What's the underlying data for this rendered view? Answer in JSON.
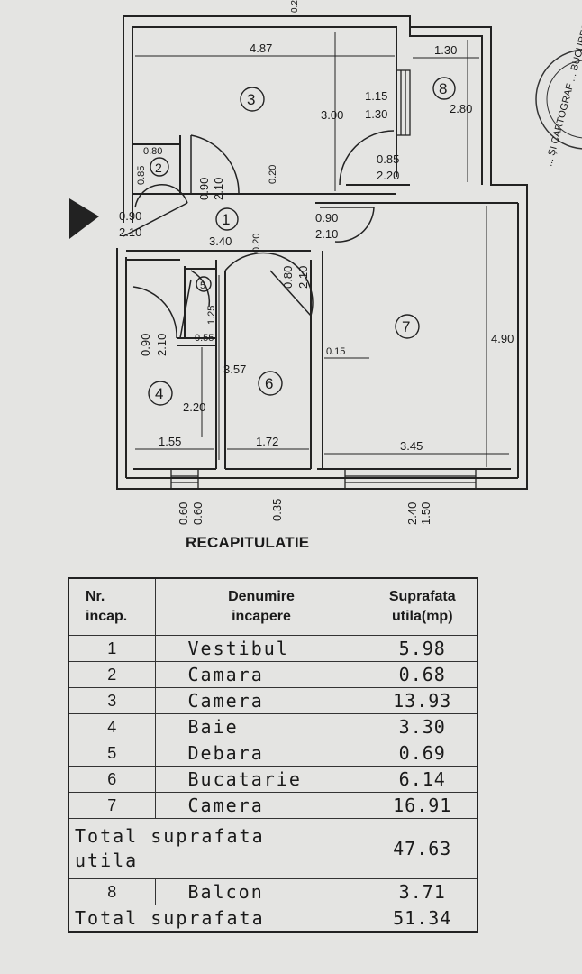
{
  "plan": {
    "room_ids": [
      "1",
      "2",
      "3",
      "4",
      "5",
      "6",
      "7",
      "8"
    ],
    "dim_labels": {
      "d487": "4.87",
      "d130a": "1.30",
      "d300": "3.00",
      "d115": "1.15",
      "d130b": "1.30",
      "d280": "2.80",
      "d085": "0.85",
      "d220a": "2.20",
      "d080a": "0.80",
      "d085b": "0.85",
      "d090a": "0.90",
      "d210a": "2.10",
      "d020a": "0.20",
      "d090b": "0.90",
      "d210b": "2.10",
      "d340": "3.40",
      "d020b": "0.20",
      "d090c": "0.90",
      "d210c": "2.10",
      "d080b": "0.80",
      "d210d": "2.10",
      "d125": "1.25",
      "d055": "0.55",
      "d090d": "0.90",
      "d210e": "2.10",
      "d357": "3.57",
      "d220b": "2.20",
      "d015": "0.15",
      "d490": "4.90",
      "d155": "1.55",
      "d172": "1.72",
      "d345": "3.45",
      "d060a": "0.60",
      "d060b": "0.60",
      "d035": "0.35",
      "d240": "2.40",
      "d150": "1.50",
      "dtop": "0.2"
    },
    "stamp_text": "... ȘI CARTOGRAF ... BUCUREȘTI"
  },
  "recap": {
    "heading": "RECAPITULATIE",
    "col_nr_l1": "Nr.",
    "col_nr_l2": "incap.",
    "col_name_l1": "Denumire",
    "col_name_l2": "incapere",
    "col_area_l1": "Suprafata",
    "col_area_l2": "utila(mp)",
    "rows": [
      {
        "nr": "1",
        "name": "Vestibul",
        "area": "5.98"
      },
      {
        "nr": "2",
        "name": "Camara",
        "area": "0.68"
      },
      {
        "nr": "3",
        "name": "Camera",
        "area": "13.93"
      },
      {
        "nr": "4",
        "name": "Baie",
        "area": "3.30"
      },
      {
        "nr": "5",
        "name": "Debara",
        "area": "0.69"
      },
      {
        "nr": "6",
        "name": "Bucatarie",
        "area": "6.14"
      },
      {
        "nr": "7",
        "name": "Camera",
        "area": "16.91"
      }
    ],
    "total_util_label_l1": "Total suprafata",
    "total_util_label_l2": "utila",
    "total_util_value": "47.63",
    "balcony": {
      "nr": "8",
      "name": "Balcon",
      "area": "3.71"
    },
    "total_label": "Total suprafata",
    "total_value": "51.34"
  }
}
